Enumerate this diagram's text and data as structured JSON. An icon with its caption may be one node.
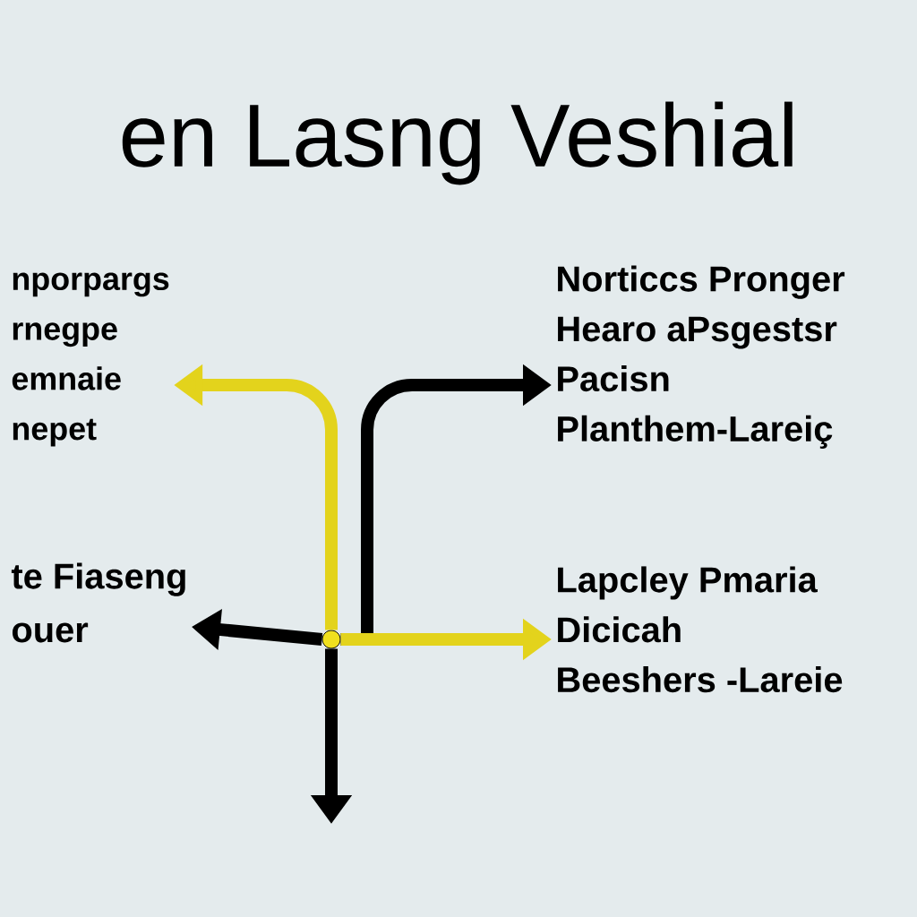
{
  "diagram": {
    "title": "en Lasng Veshial",
    "nodes": [
      {
        "text": [
          "nporpargs",
          "rnegpe",
          "emnaie",
          "nepet"
        ]
      },
      {
        "text": [
          "Norticcs Pronger",
          "Hearo aPsgestsr",
          "Pacisn",
          "Planthem-Lareiç"
        ]
      },
      {
        "text": [
          "te Fiaseng",
          "ouer"
        ]
      },
      {
        "text": [
          "Lapcley Pmaria",
          "Dicicah",
          "Beeshers -Lareie"
        ]
      },
      {
        "text": [],
        "shape": "circle"
      }
    ],
    "edges": [
      {
        "from": 4,
        "to": 0,
        "arrow": "to",
        "color": "#e3d31c"
      },
      {
        "from": 4,
        "to": 1,
        "arrow": "to"
      },
      {
        "from": 4,
        "to": 2,
        "arrow": "to"
      },
      {
        "from": 4,
        "to": 3,
        "arrow": "to",
        "color": "#e3d31c"
      },
      {
        "from": 4,
        "to": null,
        "arrow": "to"
      }
    ]
  }
}
